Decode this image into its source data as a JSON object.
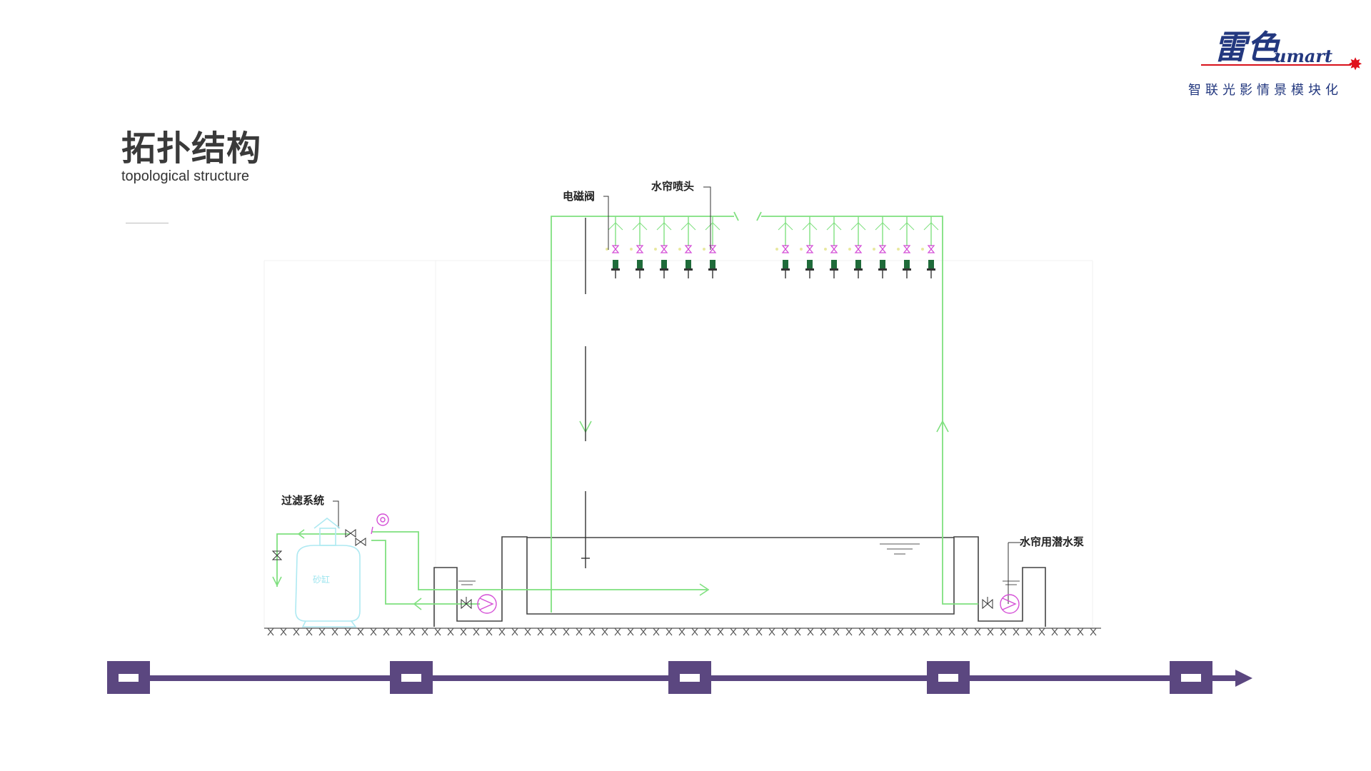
{
  "title": "拓扑结构",
  "subtitle": "topological structure",
  "logo": {
    "script": "雷色",
    "latin": "umart",
    "tagline": "智联光影情景模块化"
  },
  "labels": {
    "solenoid_valve": "电磁阀",
    "curtain_nozzle": "水帘喷头",
    "filter_system": "过滤系统",
    "submersible_pump": "水帘用潜水泵",
    "filter_tank": "砂缸"
  },
  "colors": {
    "pipe": "#7fe07f",
    "valve": "#d44fd6",
    "nozzle": "#1f6b3a",
    "tank": "#aee9f2",
    "structure": "#444444",
    "timeline": "#5b4780",
    "logo_blue": "#23387f",
    "logo_red": "#d8101a"
  },
  "icons": {
    "timeline_node": "square-node-icon",
    "timeline_end": "arrow-right-icon"
  }
}
